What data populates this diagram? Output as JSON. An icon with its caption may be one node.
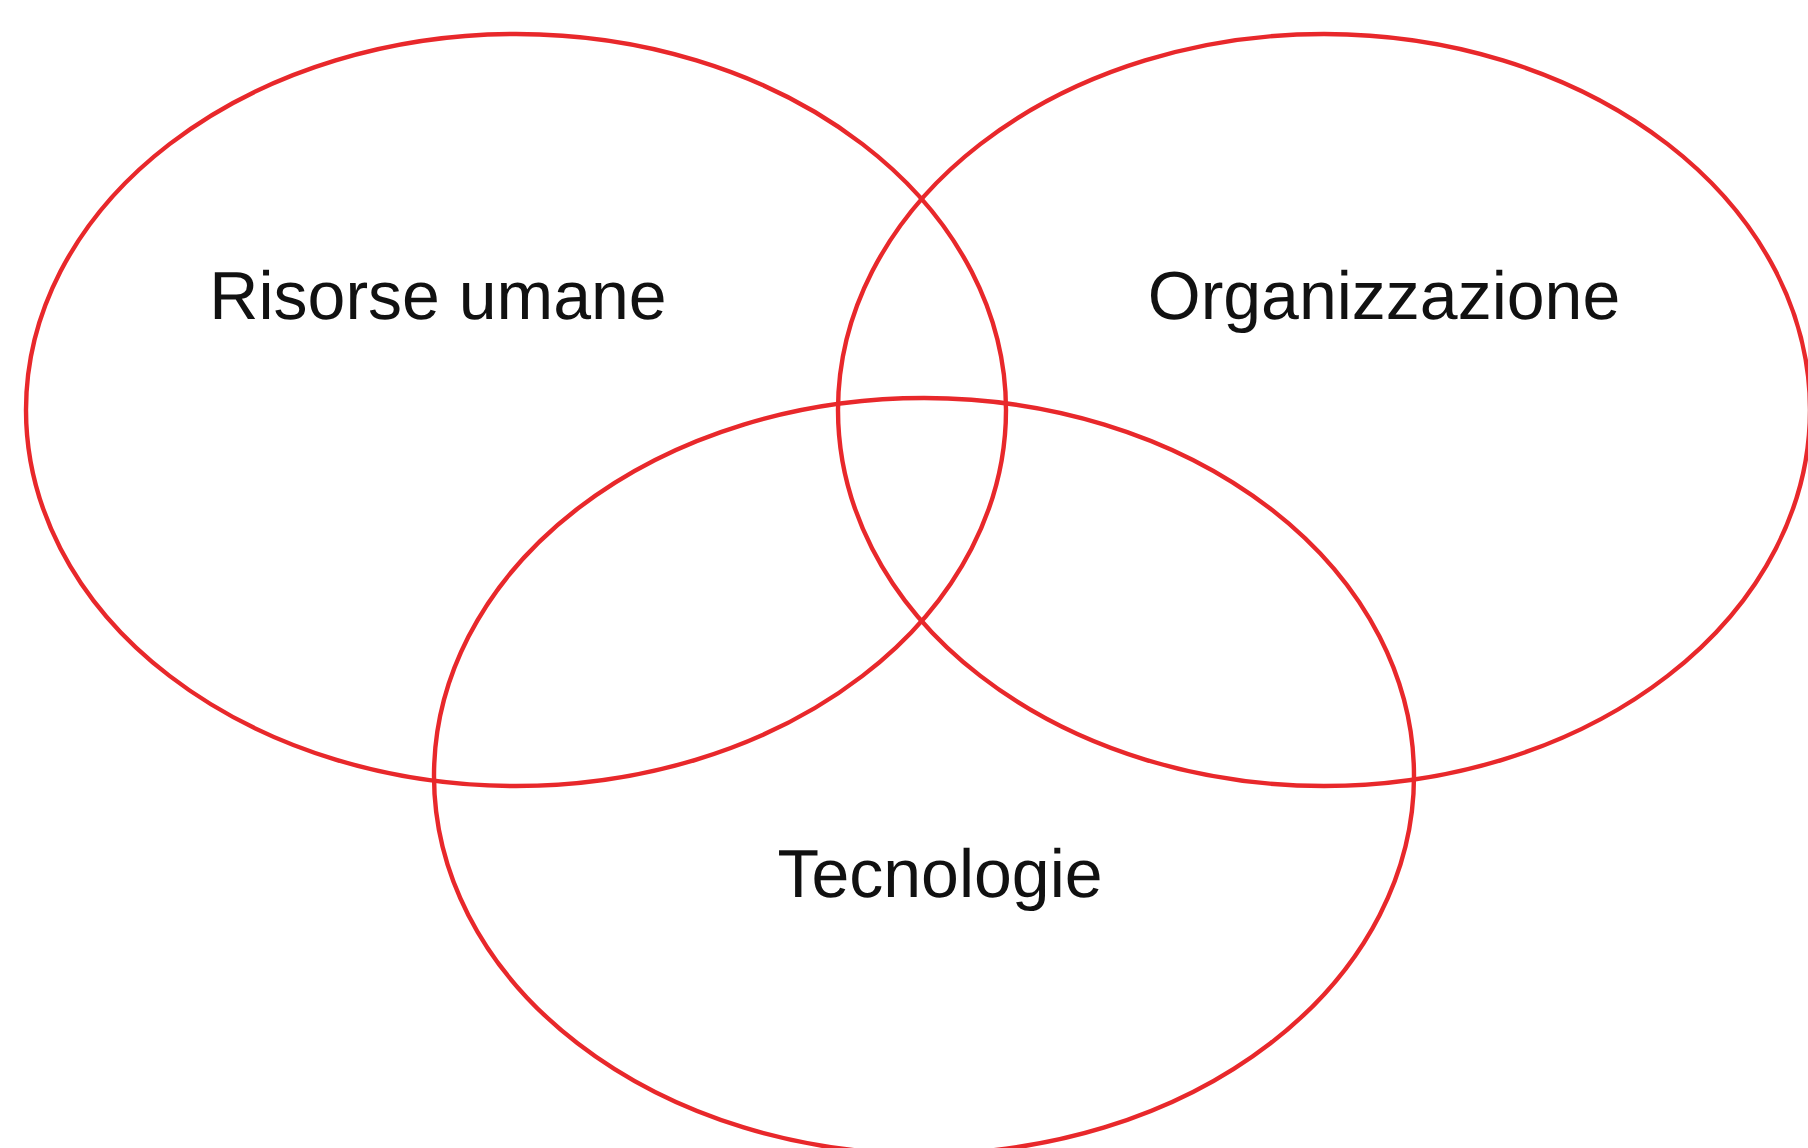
{
  "diagram": {
    "nodes": [
      {
        "text": [
          "Risorse umane"
        ]
      },
      {
        "text": [
          "Organizzazione"
        ]
      },
      {
        "text": [
          "Tecnologie"
        ]
      }
    ]
  }
}
